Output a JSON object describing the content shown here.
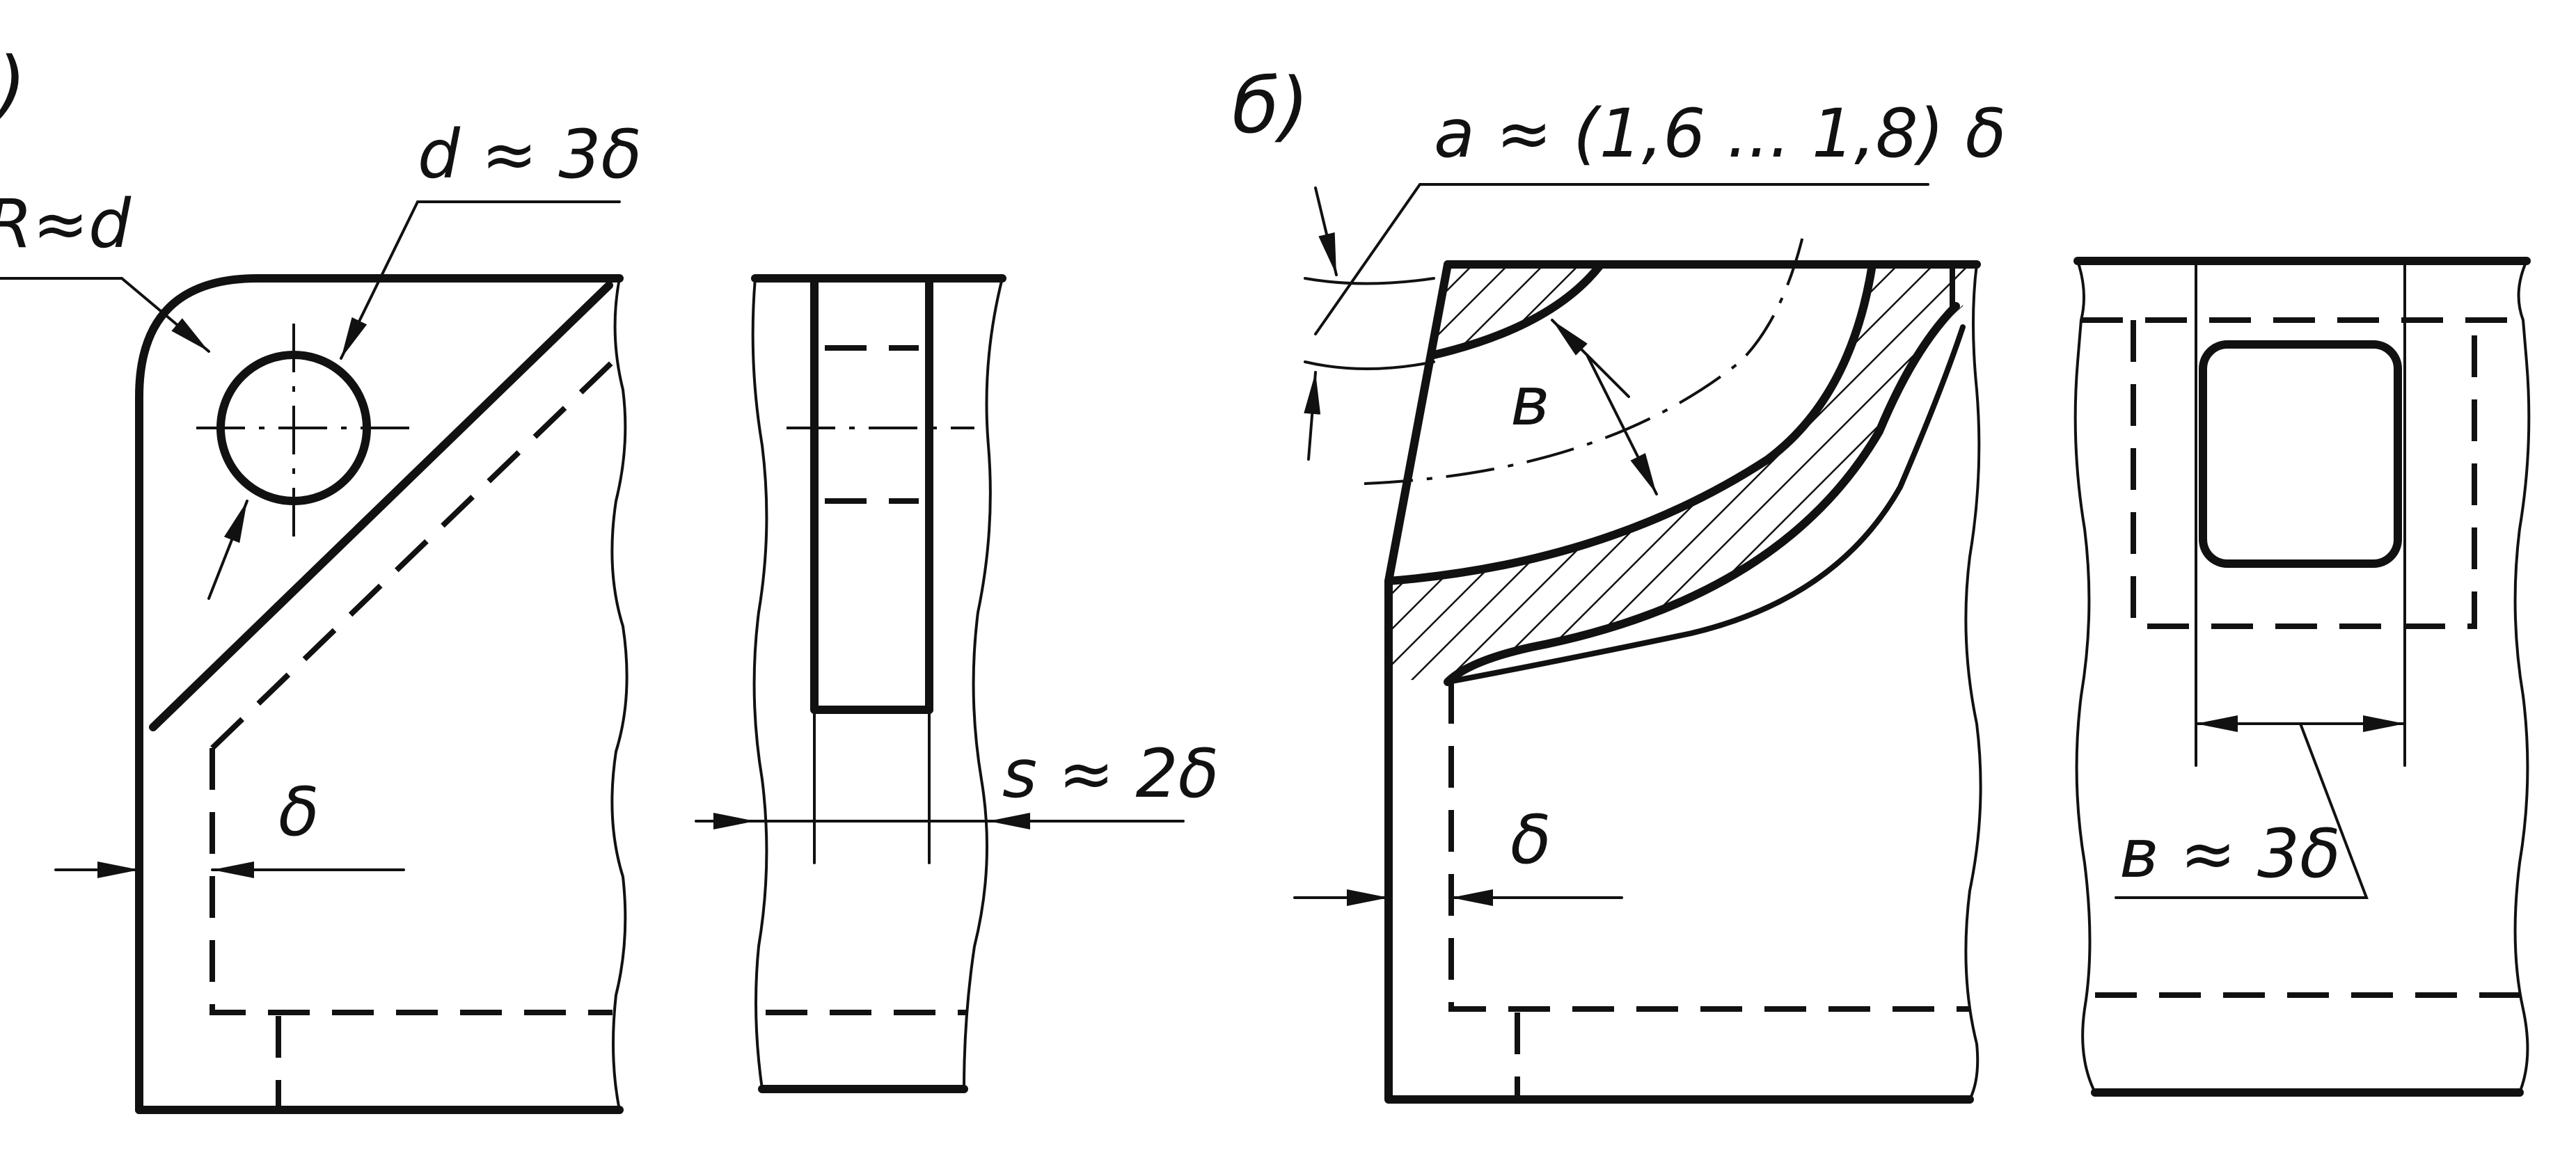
{
  "panels": {
    "a": {
      "label": ")",
      "annotations": {
        "radius": "R≈d",
        "hole_diameter": "d ≈ 3δ",
        "wall_thickness": "δ",
        "side_thickness": "s ≈ 2δ"
      }
    },
    "b": {
      "label": "б)",
      "annotations": {
        "rib_a": "a ≈ (1,6 ... 1,8) δ",
        "rib_b": "в",
        "wall_thickness": "δ",
        "window_width": "в ≈ 3δ"
      }
    }
  },
  "colors": {
    "ink": "#111111",
    "paper": "#ffffff"
  }
}
